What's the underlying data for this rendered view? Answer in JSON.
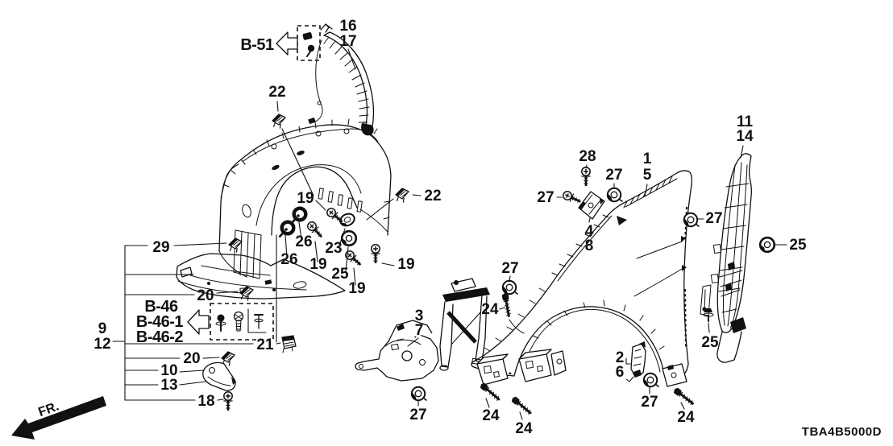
{
  "diagram": {
    "code": "TBA4B5000D",
    "front_marker": "FR.",
    "colors": {
      "line": "#111111",
      "background": "#ffffff"
    },
    "ref_labels": {
      "b51": "B-51",
      "b46": "B-46",
      "b46_1": "B-46-1",
      "b46_2": "B-46-2"
    },
    "callouts": [
      {
        "text": "16"
      },
      {
        "text": "17"
      },
      {
        "text": "22"
      },
      {
        "text": "29"
      },
      {
        "text": "20"
      },
      {
        "text": "9"
      },
      {
        "text": "12"
      },
      {
        "text": "21"
      },
      {
        "text": "20"
      },
      {
        "text": "10"
      },
      {
        "text": "13"
      },
      {
        "text": "18"
      },
      {
        "text": "19"
      },
      {
        "text": "26"
      },
      {
        "text": "26"
      },
      {
        "text": "23"
      },
      {
        "text": "19"
      },
      {
        "text": "25"
      },
      {
        "text": "19"
      },
      {
        "text": "19"
      },
      {
        "text": "22"
      },
      {
        "text": "3"
      },
      {
        "text": "7"
      },
      {
        "text": "27"
      },
      {
        "text": "24"
      },
      {
        "text": "24"
      },
      {
        "text": "24"
      },
      {
        "text": "27"
      },
      {
        "text": "27"
      },
      {
        "text": "28"
      },
      {
        "text": "27"
      },
      {
        "text": "1"
      },
      {
        "text": "5"
      },
      {
        "text": "4"
      },
      {
        "text": "8"
      },
      {
        "text": "27"
      },
      {
        "text": "11"
      },
      {
        "text": "14"
      },
      {
        "text": "25"
      },
      {
        "text": "25"
      },
      {
        "text": "2"
      },
      {
        "text": "6"
      },
      {
        "text": "27"
      },
      {
        "text": "24"
      }
    ]
  }
}
